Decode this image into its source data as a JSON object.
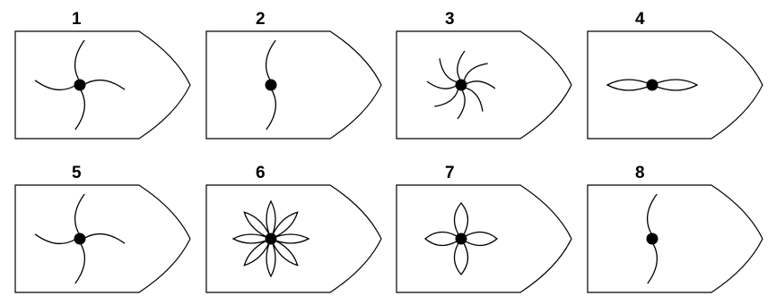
{
  "stroke_color": "#000000",
  "fill_color": "#ffffff",
  "hub_color": "#000000",
  "tiles": [
    {
      "number": "1",
      "pattern": "curved-blades",
      "blades": 4
    },
    {
      "number": "2",
      "pattern": "curved-blades",
      "blades": 2
    },
    {
      "number": "3",
      "pattern": "curved-blades",
      "blades": 8
    },
    {
      "number": "4",
      "pattern": "petals",
      "petals": 2
    },
    {
      "number": "5",
      "pattern": "curved-blades",
      "blades": 4
    },
    {
      "number": "6",
      "pattern": "petals",
      "petals": 8
    },
    {
      "number": "7",
      "pattern": "petals",
      "petals": 4
    },
    {
      "number": "8",
      "pattern": "curved-blades",
      "blades": 2
    }
  ]
}
